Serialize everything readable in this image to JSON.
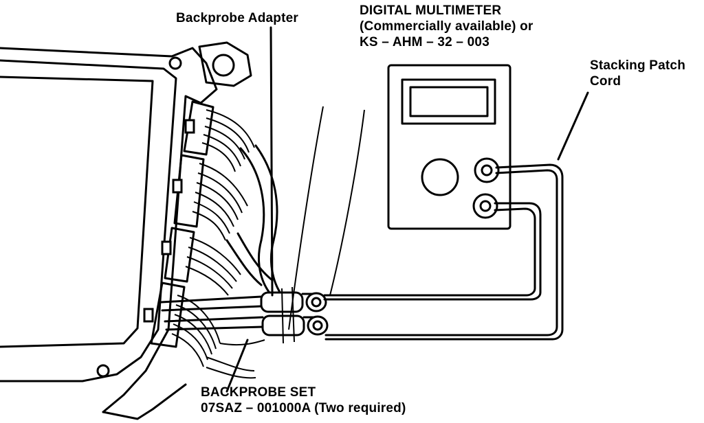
{
  "labels": {
    "backprobe_adapter": "Backprobe Adapter",
    "multimeter_line1": "DIGITAL MULTIMETER",
    "multimeter_line2": "(Commercially available) or",
    "multimeter_line3": "KS – AHM – 32 – 003",
    "patch_cord_line1": "Stacking Patch",
    "patch_cord_line2": "Cord",
    "backprobe_set_line1": "BACKPROBE SET",
    "backprobe_set_line2": "07SAZ – 001000A (Two required)"
  }
}
